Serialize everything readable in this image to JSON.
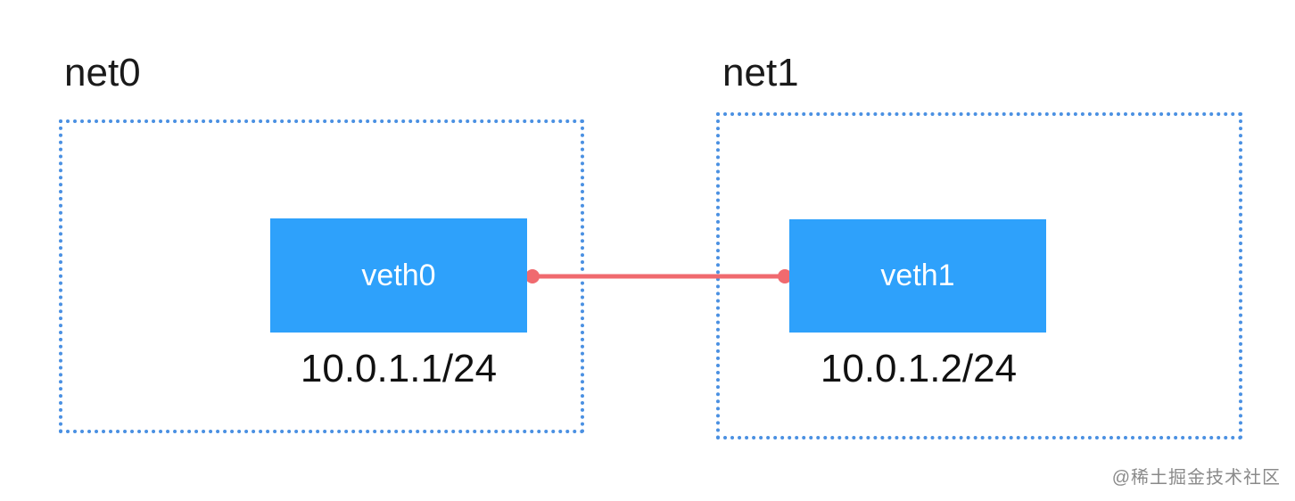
{
  "namespaces": [
    {
      "label": "net0",
      "veth": {
        "name": "veth0",
        "ip": "10.0.1.1/24"
      }
    },
    {
      "label": "net1",
      "veth": {
        "name": "veth1",
        "ip": "10.0.1.2/24"
      }
    }
  ],
  "colors": {
    "namespace_border": "#4a90e2",
    "veth_fill": "#2ea1fb",
    "veth_text": "#ffffff",
    "link": "#f06a6f"
  },
  "watermark": "@稀土掘金技术社区"
}
